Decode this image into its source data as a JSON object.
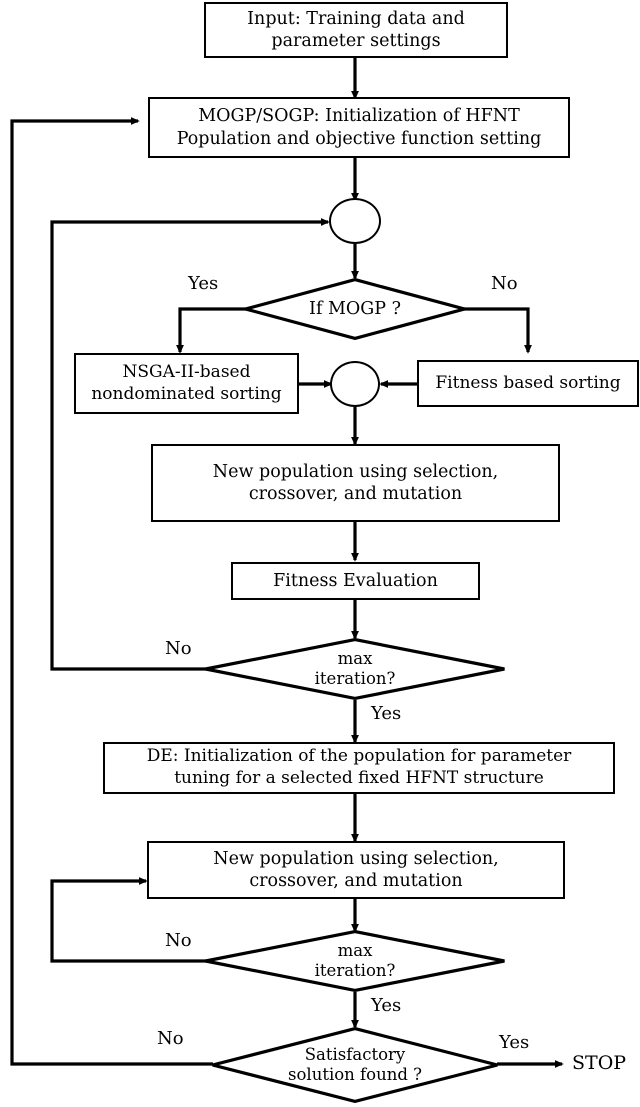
{
  "diagram": {
    "title": "HFNT evolutionary algorithm flowchart",
    "stroke_color": "#000000",
    "background": "#ffffff",
    "nodes": {
      "input": {
        "line1": "Input: Training data and",
        "line2": "parameter settings"
      },
      "init_gp": {
        "line1": "MOGP/SOGP: Initialization of HFNT",
        "line2": "Population and objective function setting"
      },
      "if_mogp": {
        "line1": "If MOGP ?"
      },
      "nsga": {
        "line1": "NSGA-II-based",
        "line2": "nondominated sorting"
      },
      "fitness_sorting": {
        "line1": "Fitness based sorting"
      },
      "new_pop_1": {
        "line1": "New population using selection,",
        "line2": "crossover, and mutation"
      },
      "fitness_eval": {
        "line1": "Fitness Evaluation"
      },
      "max_iter_1": {
        "line1": "max",
        "line2": "iteration?"
      },
      "de_init": {
        "line1": "DE: Initialization of the population for parameter",
        "line2": "tuning for a selected fixed HFNT structure"
      },
      "new_pop_2": {
        "line1": "New population using selection,",
        "line2": "crossover, and mutation"
      },
      "max_iter_2": {
        "line1": "max",
        "line2": "iteration?"
      },
      "satisfactory": {
        "line1": "Satisfactory",
        "line2": "solution found ?"
      },
      "stop": {
        "line1": "STOP"
      }
    },
    "edge_labels": {
      "mogp_yes": "Yes",
      "mogp_no": "No",
      "max_iter_1_no": "No",
      "max_iter_1_yes": "Yes",
      "max_iter_2_no": "No",
      "max_iter_2_yes": "Yes",
      "satisfactory_no": "No",
      "satisfactory_yes": "Yes"
    }
  }
}
